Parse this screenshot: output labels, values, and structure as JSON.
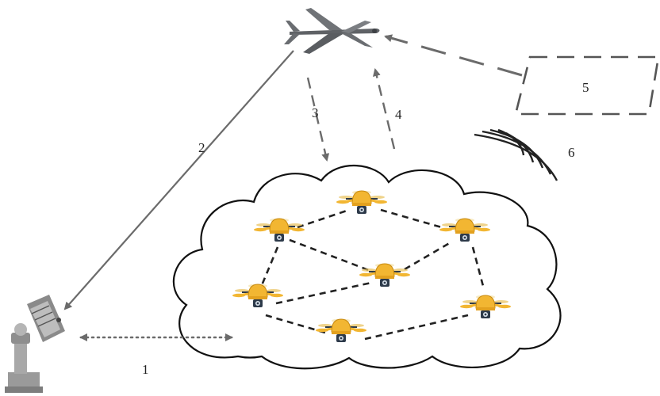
{
  "labels": {
    "l1": "1",
    "l2": "2",
    "l3": "3",
    "l4": "4",
    "l5": "5",
    "l6": "6"
  },
  "colors": {
    "stroke": "#222222",
    "arrow_gray": "#6b6b6b",
    "drone_yellow": "#f2b632",
    "drone_dark": "#2d3a4a",
    "antenna_gray": "#9a9a9a",
    "uav_gray": "#5f6266"
  },
  "icons": [
    "uav-icon",
    "ground-antenna-icon",
    "drone-icon",
    "signal-waves-icon"
  ]
}
